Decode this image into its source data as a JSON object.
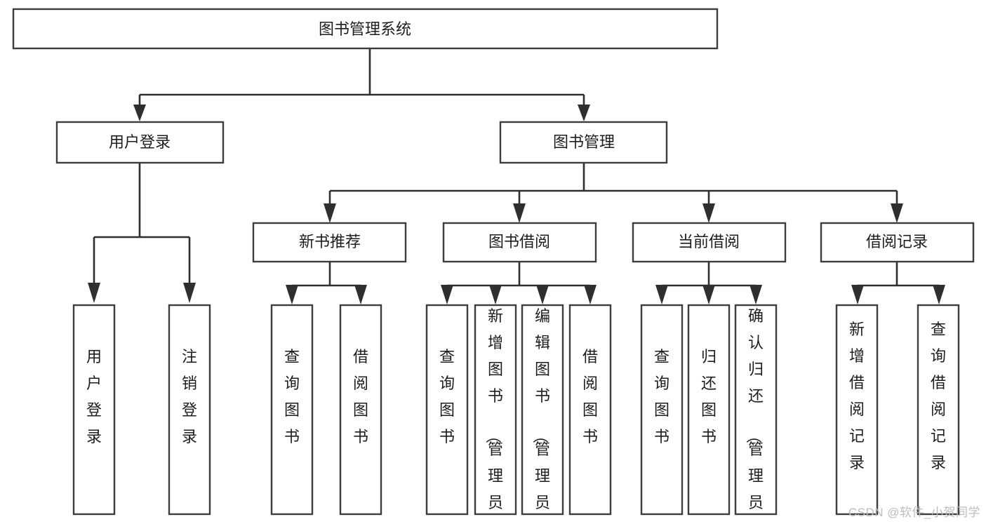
{
  "diagram": {
    "title": "图书管理系统",
    "watermark": "CSDN @软件_小贺同学",
    "colors": {
      "background": "#ffffff",
      "box_fill": "#ffffff",
      "box_stroke": "#3d3d3d",
      "connector": "#2f2f2f",
      "label_text": "#1d1d1d",
      "watermark_text": "#bdbdbd"
    },
    "levels": {
      "root": "图书管理系统",
      "level2": [
        "用户登录",
        "图书管理"
      ],
      "level3": [
        "新书推荐",
        "图书借阅",
        "当前借阅",
        "借阅记录"
      ]
    },
    "nodes": {
      "root": {
        "label": "图书管理系统",
        "orientation": "horizontal"
      },
      "user_login": {
        "label": "用户登录",
        "orientation": "horizontal"
      },
      "book_manage": {
        "label": "图书管理",
        "orientation": "horizontal"
      },
      "new_book_rec": {
        "label": "新书推荐",
        "orientation": "horizontal"
      },
      "book_borrow": {
        "label": "图书借阅",
        "orientation": "horizontal"
      },
      "current_borrow": {
        "label": "当前借阅",
        "orientation": "horizontal"
      },
      "borrow_record": {
        "label": "借阅记录",
        "orientation": "horizontal"
      },
      "leaf_user_login": {
        "label": "用户登录",
        "orientation": "vertical"
      },
      "leaf_logout": {
        "label": "注销登录",
        "orientation": "vertical"
      },
      "leaf_query_book_1": {
        "label": "查询图书",
        "orientation": "vertical"
      },
      "leaf_borrow_book_1": {
        "label": "借阅图书",
        "orientation": "vertical"
      },
      "leaf_query_book_2": {
        "label": "查询图书",
        "orientation": "vertical"
      },
      "leaf_add_book": {
        "label": "新增图书（管理员）",
        "orientation": "vertical"
      },
      "leaf_edit_book": {
        "label": "编辑图书（管理员）",
        "orientation": "vertical"
      },
      "leaf_borrow_book_2": {
        "label": "借阅图书",
        "orientation": "vertical"
      },
      "leaf_query_book_3": {
        "label": "查询图书",
        "orientation": "vertical"
      },
      "leaf_return_book": {
        "label": "归还图书",
        "orientation": "vertical"
      },
      "leaf_confirm_return": {
        "label": "确认归还（管理员）",
        "orientation": "vertical"
      },
      "leaf_add_record": {
        "label": "新增借阅记录",
        "orientation": "vertical"
      },
      "leaf_query_record": {
        "label": "查询借阅记录",
        "orientation": "vertical"
      }
    },
    "tree": {
      "name": "图书管理系统",
      "children": [
        {
          "name": "用户登录",
          "children": [
            {
              "name": "用户登录"
            },
            {
              "name": "注销登录"
            }
          ]
        },
        {
          "name": "图书管理",
          "children": [
            {
              "name": "新书推荐",
              "children": [
                {
                  "name": "查询图书"
                },
                {
                  "name": "借阅图书"
                }
              ]
            },
            {
              "name": "图书借阅",
              "children": [
                {
                  "name": "查询图书"
                },
                {
                  "name": "新增图书（管理员）"
                },
                {
                  "name": "编辑图书（管理员）"
                },
                {
                  "name": "借阅图书"
                }
              ]
            },
            {
              "name": "当前借阅",
              "children": [
                {
                  "name": "查询图书"
                },
                {
                  "name": "归还图书"
                },
                {
                  "name": "确认归还（管理员）"
                }
              ]
            },
            {
              "name": "借阅记录",
              "children": [
                {
                  "name": "新增借阅记录"
                },
                {
                  "name": "查询借阅记录"
                }
              ]
            }
          ]
        }
      ]
    }
  }
}
